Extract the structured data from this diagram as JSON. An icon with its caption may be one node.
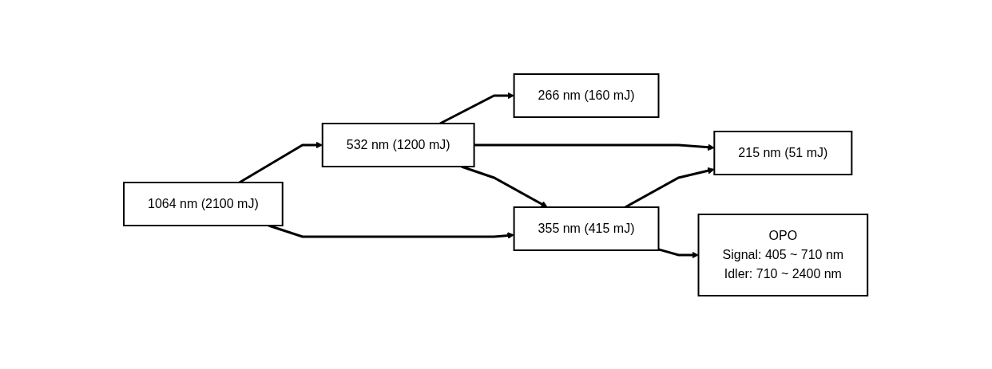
{
  "diagram": {
    "nodes": [
      {
        "text": [
          "1064 nm (2100 mJ)"
        ]
      },
      {
        "text": [
          "532 nm (1200 mJ)"
        ]
      },
      {
        "text": [
          "266 nm (160 mJ)"
        ]
      },
      {
        "text": [
          "215 nm (51 mJ)"
        ]
      },
      {
        "text": [
          "355 nm (415 mJ)"
        ]
      },
      {
        "text": [
          "OPO",
          "Signal: 405 ~ 710 nm",
          "Idler: 710 ~ 2400 nm"
        ]
      }
    ],
    "edges": [
      {
        "from": 0,
        "to": 1,
        "arrow": "to"
      },
      {
        "from": 0,
        "to": 4,
        "arrow": "to"
      },
      {
        "from": 1,
        "to": 2,
        "arrow": "to"
      },
      {
        "from": 1,
        "to": 3,
        "arrow": "to"
      },
      {
        "from": 1,
        "to": 4,
        "arrow": "to"
      },
      {
        "from": 4,
        "to": 3,
        "arrow": "to"
      },
      {
        "from": 4,
        "to": 5,
        "arrow": "to"
      }
    ]
  }
}
